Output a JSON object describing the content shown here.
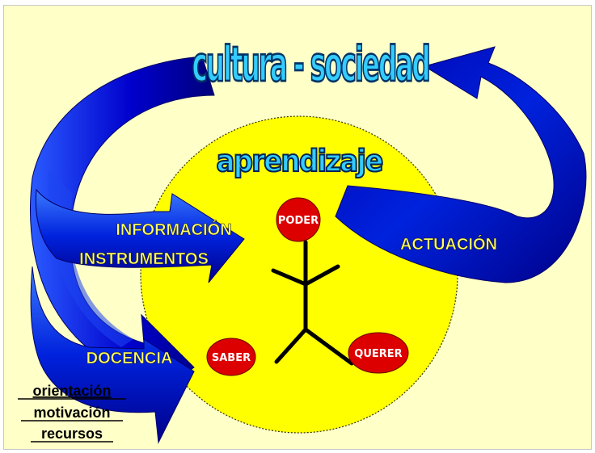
{
  "diagram": {
    "title": "cultura - sociedad",
    "subtitle": "aprendizaje",
    "arrows": {
      "in_upper_line1": "INFORMACIÓN",
      "in_upper_line2": "INSTRUMENTOS",
      "out_right": "ACTUACIÓN",
      "in_lower": "DOCENCIA"
    },
    "nodes": {
      "top": "PODER",
      "left": "SABER",
      "right": "QUERER"
    },
    "notes": [
      "orientación",
      "motivación",
      "recursos"
    ]
  },
  "colors": {
    "background": "#FFFFC8",
    "circle": "#FFFF00",
    "arrow": "#0000CC",
    "arrow_light": "#4A7BFF",
    "node": "#DD0000",
    "title_fill": "#33CCFF"
  }
}
